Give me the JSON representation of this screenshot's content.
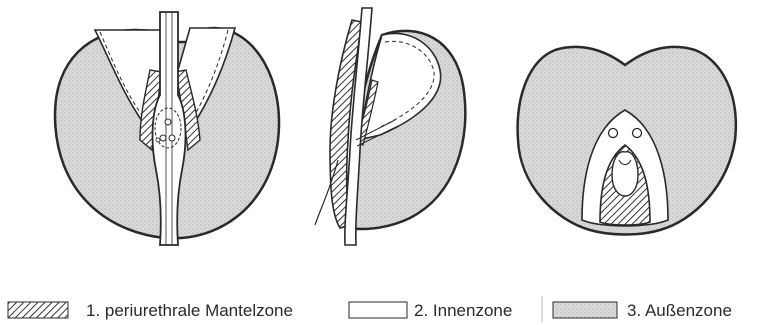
{
  "legend": {
    "items": [
      {
        "label": "1. periurethrale Mantelzone",
        "pattern": "hatch"
      },
      {
        "label": "2. Innenzone",
        "pattern": "blank"
      },
      {
        "label": "3. Außenzone",
        "pattern": "stipple"
      }
    ]
  },
  "colors": {
    "outline": "#2a2a2a",
    "outer_zone": "#dcdcdc",
    "inner_zone": "#ffffff",
    "hatch": "#333333"
  },
  "views": [
    {
      "name": "frontal-section"
    },
    {
      "name": "sagittal-section"
    },
    {
      "name": "transverse-section"
    }
  ]
}
